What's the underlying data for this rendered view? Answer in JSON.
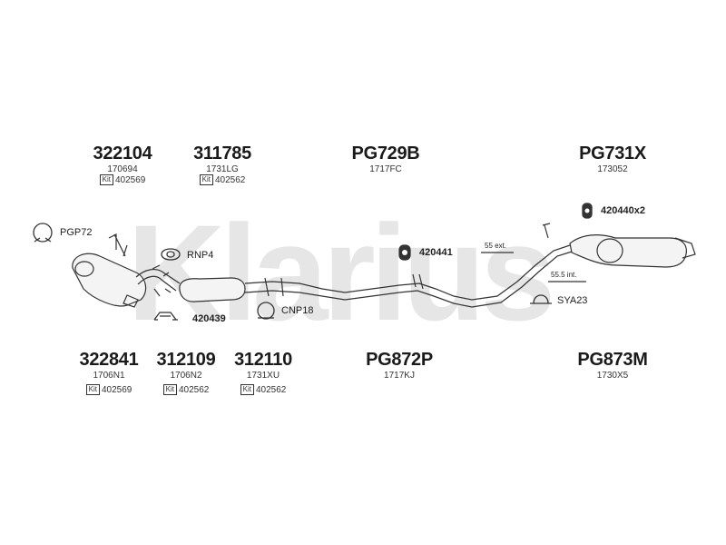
{
  "watermark": "Klarius",
  "parts_top": [
    {
      "number": "322104",
      "ref": "170694",
      "kit_label": "Kit",
      "kit": "402569"
    },
    {
      "number": "311785",
      "ref": "1731LG",
      "kit_label": "Kit",
      "kit": "402562"
    },
    {
      "number": "PG729B",
      "ref": "1717FC"
    },
    {
      "number": "PG731X",
      "ref": "173052"
    }
  ],
  "parts_bottom": [
    {
      "number": "322841",
      "ref": "1706N1",
      "kit_label": "Kit",
      "kit": "402569"
    },
    {
      "number": "312109",
      "ref": "1706N2",
      "kit_label": "Kit",
      "kit": "402562"
    },
    {
      "number": "312110",
      "ref": "1731XU",
      "kit_label": "Kit",
      "kit": "402562"
    },
    {
      "number": "PG872P",
      "ref": "1717KJ"
    },
    {
      "number": "PG873M",
      "ref": "1730X5"
    }
  ],
  "fittings": {
    "pgp72": "PGP72",
    "rnp4": "RNP4",
    "r420439": "420439",
    "cnp18": "CNP18",
    "r420441": "420441",
    "r420440": "420440x2",
    "sya23": "SYA23"
  },
  "dimensions": {
    "ext": "55 ext.",
    "int": "55.5 int."
  }
}
